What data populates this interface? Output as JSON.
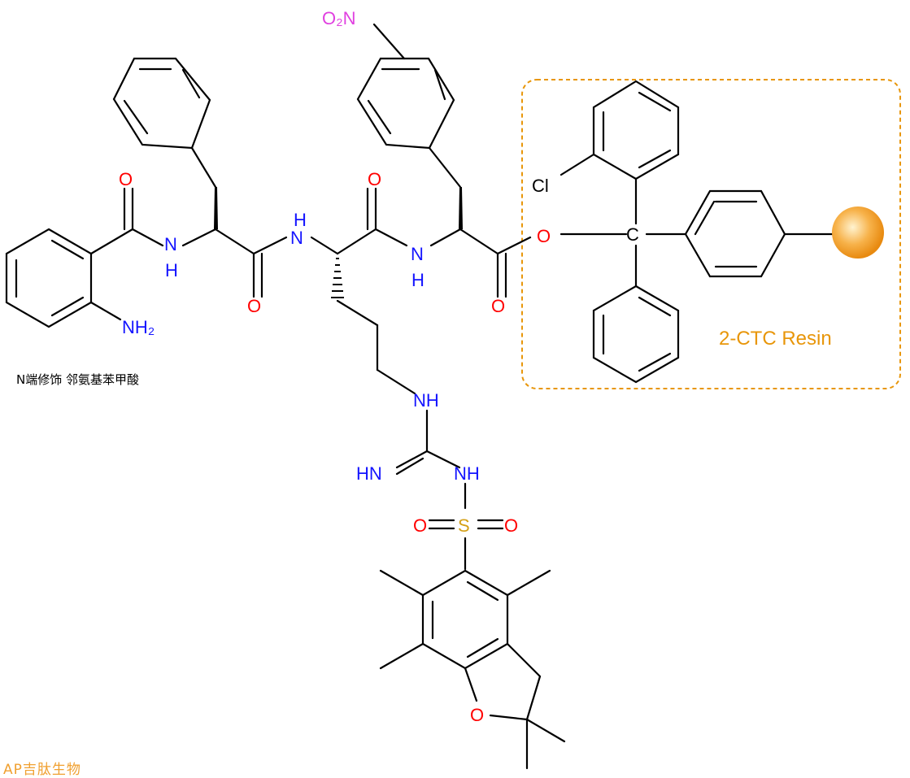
{
  "caption": "N端修饰 邻氨基苯甲酸",
  "resin_label": "2-CTC Resin",
  "logo_text": "AP吉肽生物",
  "atoms": {
    "nitro": "O₂N",
    "nh2": "NH₂",
    "nh": "NH",
    "n": "N",
    "h": "H",
    "o": "O",
    "cl": "Cl",
    "c": "C",
    "s": "S",
    "hn_imine": "HN"
  },
  "colors": {
    "nitrogen": "#1414ff",
    "oxygen": "#ff0000",
    "nitro": "#e040e0",
    "sulfur": "#d4a017",
    "resin": "#e8960a"
  }
}
